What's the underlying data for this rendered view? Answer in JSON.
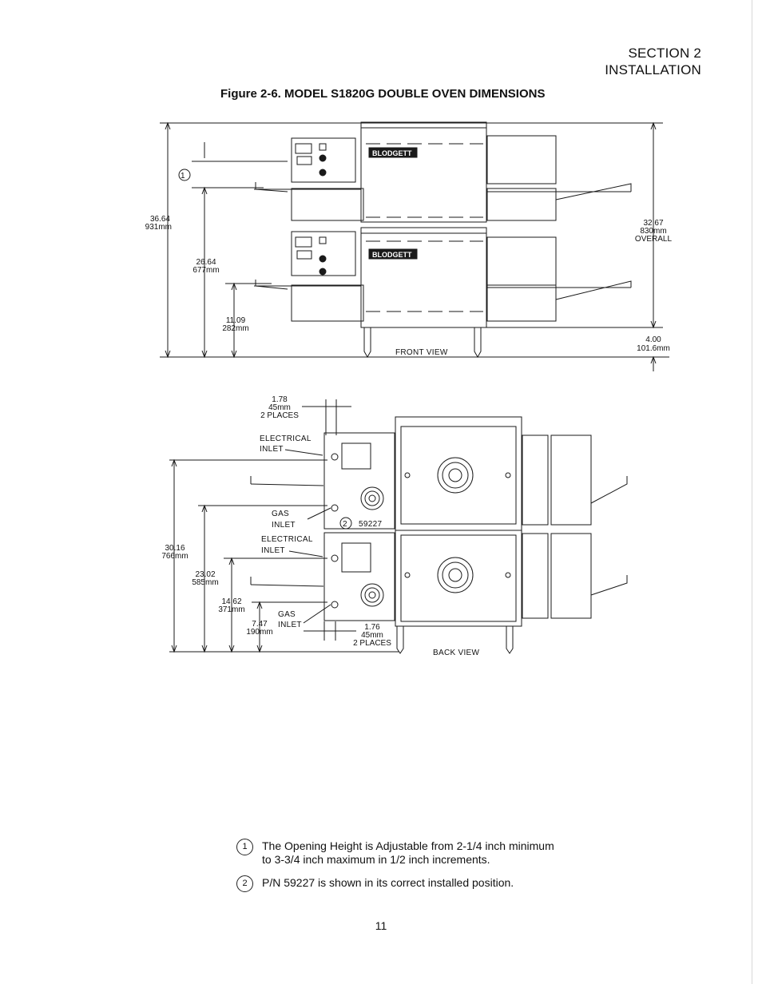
{
  "header": {
    "section": "SECTION 2",
    "subsection": "INSTALLATION"
  },
  "figure": {
    "title": "Figure 2-6.  MODEL S1820G DOUBLE OVEN DIMENSIONS"
  },
  "front_view": {
    "label": "FRONT VIEW",
    "brand": "BLODGETT",
    "callout": "1",
    "dims": {
      "total_in": "36.64",
      "total_mm": "931mm",
      "upper_in": "26.64",
      "upper_mm": "677mm",
      "lower_in": "11.09",
      "lower_mm": "282mm",
      "overall_in": "32.67",
      "overall_mm": "830mm",
      "overall_label": "OVERALL",
      "leg_in": "4.00",
      "leg_mm": "101.6mm"
    }
  },
  "back_view": {
    "label": "BACK VIEW",
    "electrical_inlet_1": "ELECTRICAL",
    "electrical_inlet_1b": "INLET",
    "electrical_inlet_2": "ELECTRICAL",
    "electrical_inlet_2b": "INLET",
    "gas_inlet_1": "GAS",
    "gas_inlet_1b": "INLET",
    "gas_inlet_2": "GAS",
    "gas_inlet_2b": "INLET",
    "part_callout": "2",
    "part_number": "59227",
    "dims": {
      "top_in": "1.78",
      "top_mm": "45mm",
      "top_places": "2 PLACES",
      "bottom_in": "1.76",
      "bottom_mm": "45mm",
      "bottom_places": "2 PLACES",
      "d1_in": "30.16",
      "d1_mm": "766mm",
      "d2_in": "23.02",
      "d2_mm": "585mm",
      "d3_in": "14.62",
      "d3_mm": "371mm",
      "d4_in": "7.47",
      "d4_mm": "190mm"
    }
  },
  "notes": [
    {
      "marker": "1",
      "line1": "The Opening Height is Adjustable from 2-1/4 inch minimum",
      "line2": "to 3-3/4 inch maximum in 1/2 inch increments."
    },
    {
      "marker": "2",
      "line1": "P/N 59227 is shown in its correct installed position."
    }
  ],
  "page_number": "11"
}
